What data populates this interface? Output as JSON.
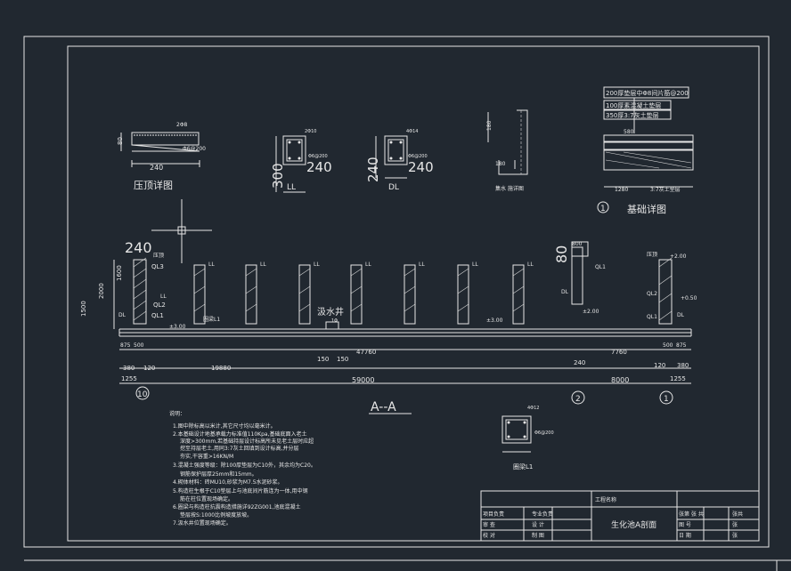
{
  "details": {
    "pressure_top_title": "压顶详图",
    "pressure_top_dims": [
      "240",
      "80"
    ],
    "pressure_top_notes": [
      "2Φ8",
      "Φ6@200"
    ],
    "ll_label": "LL",
    "ll_dims": [
      "300",
      "240"
    ],
    "ll_notes": [
      "2Φ10",
      "2Φ10",
      "Φ6@200"
    ],
    "dl_label": "DL",
    "dl_dims": [
      "240",
      "240"
    ],
    "dl_notes": [
      "4Φ14",
      "Φ6@200"
    ],
    "overflow_title": "集水 施详图",
    "overflow_dims": [
      "180",
      "180"
    ],
    "foundation_title": "基础详图",
    "foundation_notes": [
      "200厚垫层中Φ8间片筋@200",
      "100厚素混凝土垫层",
      "350厚3:7灰土垫层"
    ],
    "foundation_dims": [
      "580",
      "1280",
      "3:7灰土垫层"
    ],
    "foundation_marker": "1"
  },
  "section": {
    "title": "A--A",
    "well_label": "汲水井",
    "big_dims": [
      "240",
      "80"
    ],
    "left_labels": [
      "压顶",
      "QL3",
      "QL2",
      "QL1",
      "LL",
      "DL"
    ],
    "left_elevations": [
      "1500",
      "2000",
      "1600"
    ],
    "level_marks": [
      "±3.00",
      "±3.00",
      "±2.00",
      "±2.00",
      "+2.00",
      "+0.50"
    ],
    "ring_beam_label": "圈梁L1",
    "ll_repeat": "LL",
    "dim_row1": [
      "875",
      "500",
      "47760",
      "7760",
      "500",
      "875"
    ],
    "dim_row2": [
      "380",
      "120",
      "19880",
      "150",
      "150",
      "240",
      "120",
      "380"
    ],
    "dim_row3": [
      "1255",
      "59000",
      "8000",
      "1255"
    ],
    "axis_markers": [
      "10",
      "2",
      "1"
    ],
    "pipe_note": "1Φ",
    "right_top_dim": "800"
  },
  "beam_section": {
    "label": "圈梁L1",
    "notes": [
      "4Φ12",
      "Φ6@200"
    ]
  },
  "notes": {
    "heading": "说明：",
    "items": [
      "1.图中除标高以米计,其它尺寸均以毫米计。",
      "2.本基础设计地基承载力标准值110Kpa,基础底面入老土",
      "深度>300mm,若基础持层设计标高所未见老土层时应超",
      "挖至持层老土,用同3:7灰土回填到设计标高,并分层",
      "夯实,干容重>16KN/M",
      "3.混凝土强度等级：除100厚垫层为C10外，其余均为C20。",
      "钢筋保护层厚25mm和15mm。",
      "4.砌体材料：砖MU10,砂浆为M7.5水泥砂浆。",
      "5.构造柱生根于C10垫层上与池底间片筋连为一体,用中钢",
      "筋在柱位置现场确定。",
      "6.圈梁与构造柱抗震构造措施详92ZG001,池底混凝土",
      "垫层按S:1000比例坡度放坡。",
      "7.汲水井位置现场确定。"
    ]
  },
  "title_block": {
    "project_label": "工程名称",
    "drawing_title": "生化池A剖面",
    "left_cells": [
      "项目负责",
      "审 查",
      "校 对"
    ],
    "mid_cells": [
      "专业负责",
      "设 计",
      "制 图"
    ],
    "right_cells": [
      "张第 张 共",
      "图 号",
      "日 期"
    ],
    "far_right": [
      "张共",
      "张",
      "张"
    ]
  },
  "colors": {
    "background": "#212830",
    "lines": "#e6e6e6"
  }
}
